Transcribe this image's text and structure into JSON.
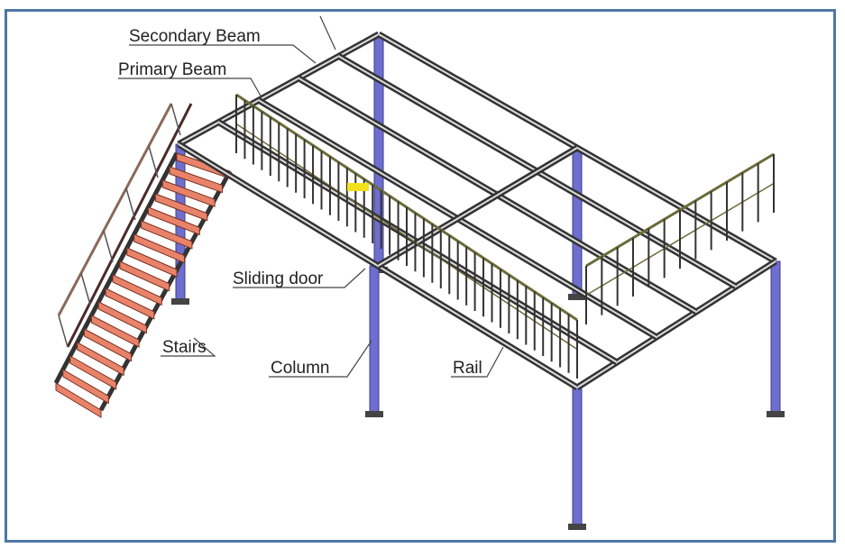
{
  "labels": {
    "secondary_beam": "Secondary Beam",
    "primary_beam": "Primary Beam",
    "sliding_door": "Sliding door",
    "stairs": "Stairs",
    "column": "Column",
    "rail": "Rail"
  },
  "colors": {
    "frame": "#4d77a6",
    "column": "#6e6ecf",
    "tread": "#e8836a",
    "beam": "#333333",
    "rail": "#6b6b3a",
    "door": "#f2e01a"
  }
}
